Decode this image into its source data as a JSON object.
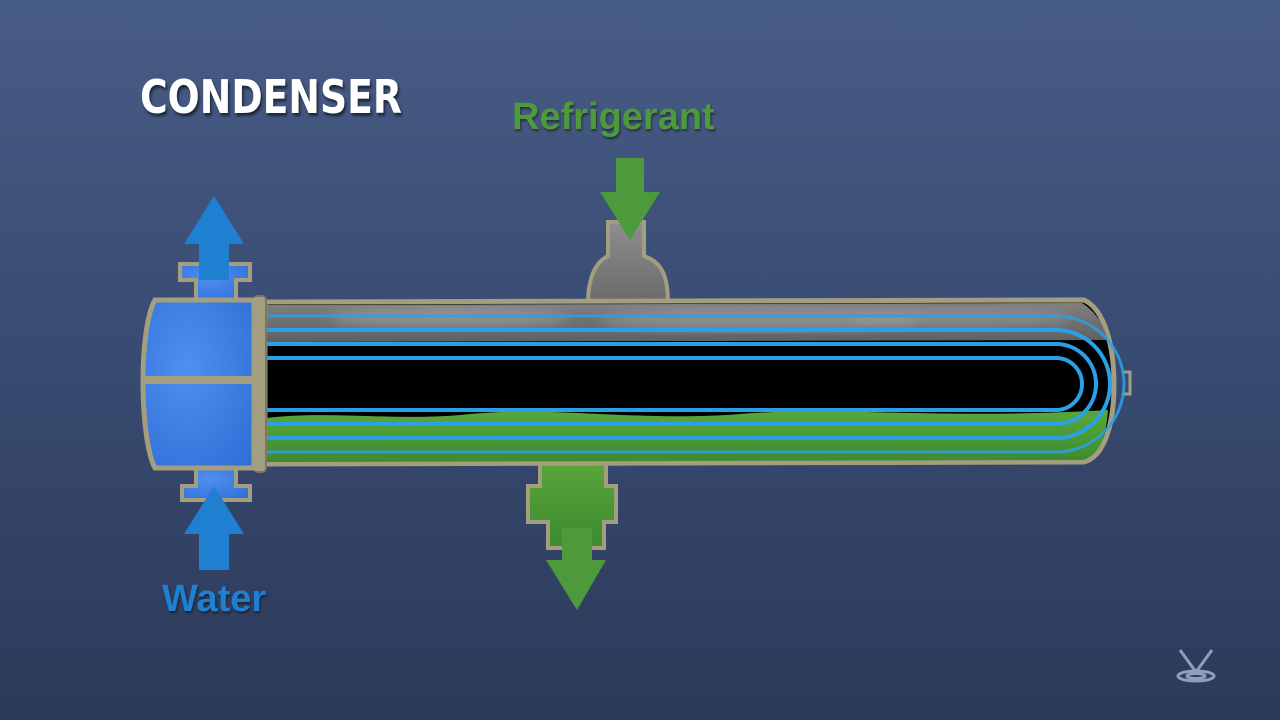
{
  "title": "CONDENSER",
  "labels": {
    "refrigerant": "Refrigerant",
    "water": "Water"
  },
  "colors": {
    "water": "#1f7fd0",
    "refrigerant": "#4c9a3c",
    "shell": "#9a9577",
    "tube": "#2aa0e6"
  },
  "icons": {
    "logo": "v-water-drop-logo"
  }
}
